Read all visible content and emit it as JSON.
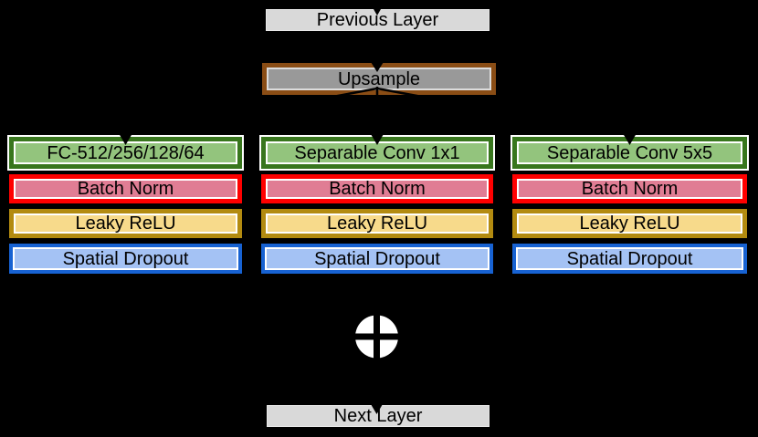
{
  "diagram": {
    "previous_layer": {
      "label": "Previous Layer"
    },
    "upsample": {
      "label": "Upsample"
    },
    "columns": [
      {
        "name": "fc-branch",
        "blocks": [
          {
            "label": "FC-512/256/128/64"
          },
          {
            "label": "Batch Norm"
          },
          {
            "label": "Leaky ReLU"
          },
          {
            "label": "Spatial Dropout"
          }
        ]
      },
      {
        "name": "separable-conv-1x1-branch",
        "blocks": [
          {
            "label": "Separable Conv 1x1"
          },
          {
            "label": "Batch Norm"
          },
          {
            "label": "Leaky ReLU"
          },
          {
            "label": "Spatial Dropout"
          }
        ]
      },
      {
        "name": "separable-conv-5x5-branch",
        "blocks": [
          {
            "label": "Separable Conv 5x5"
          },
          {
            "label": "Batch Norm"
          },
          {
            "label": "Leaky ReLU"
          },
          {
            "label": "Spatial Dropout"
          }
        ]
      }
    ],
    "merge_symbol": "circle-plus-add-merge",
    "next_layer": {
      "label": "Next Layer"
    },
    "colors": {
      "background": "#000000",
      "layer_box_fill": "#d9d9d9",
      "upsample_fill": "#999999",
      "upsample_border": "#8a4d15",
      "green_fill": "#93c47d",
      "green_border": "#38761d",
      "red_fill": "#e07d94",
      "red_border": "#ff0000",
      "yellow_fill": "#f7da8b",
      "yellow_border": "#b38b10",
      "blue_fill": "#a4c2f4",
      "blue_border": "#1762d2",
      "connector": "#000000",
      "merge_circle": "#ffffff"
    }
  }
}
